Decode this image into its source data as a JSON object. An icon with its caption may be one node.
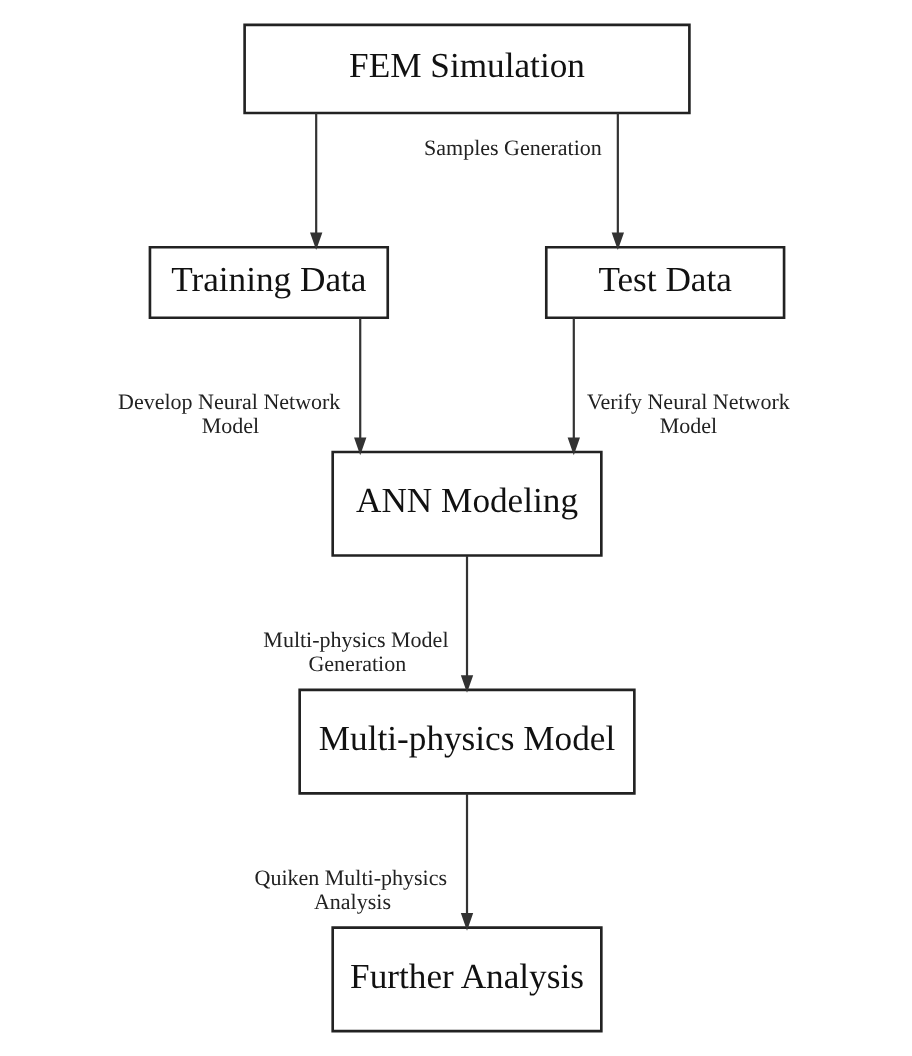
{
  "diagram": {
    "nodes": [
      {
        "text": [
          "FEM Simulation"
        ]
      },
      {
        "text": [
          "Training Data"
        ]
      },
      {
        "text": [
          "Test Data"
        ]
      },
      {
        "text": [
          "ANN Modeling"
        ]
      },
      {
        "text": [
          "Multi-physics Model"
        ]
      },
      {
        "text": [
          "Further Analysis"
        ]
      }
    ],
    "edges": [
      {
        "from": 0,
        "to": 1,
        "arrow": "to"
      },
      {
        "from": 0,
        "to": 2,
        "arrow": "to",
        "label": "Samples Generation"
      },
      {
        "from": 1,
        "to": 3,
        "arrow": "to",
        "label": "Develop Neural Network Model"
      },
      {
        "from": 2,
        "to": 3,
        "arrow": "to",
        "label": "Verify Neural Network Model"
      },
      {
        "from": 3,
        "to": 4,
        "arrow": "to",
        "label": "Multi-physics Model Generation"
      },
      {
        "from": 4,
        "to": 5,
        "arrow": "to",
        "label": "Quiken Multi-physics Analysis"
      }
    ]
  }
}
